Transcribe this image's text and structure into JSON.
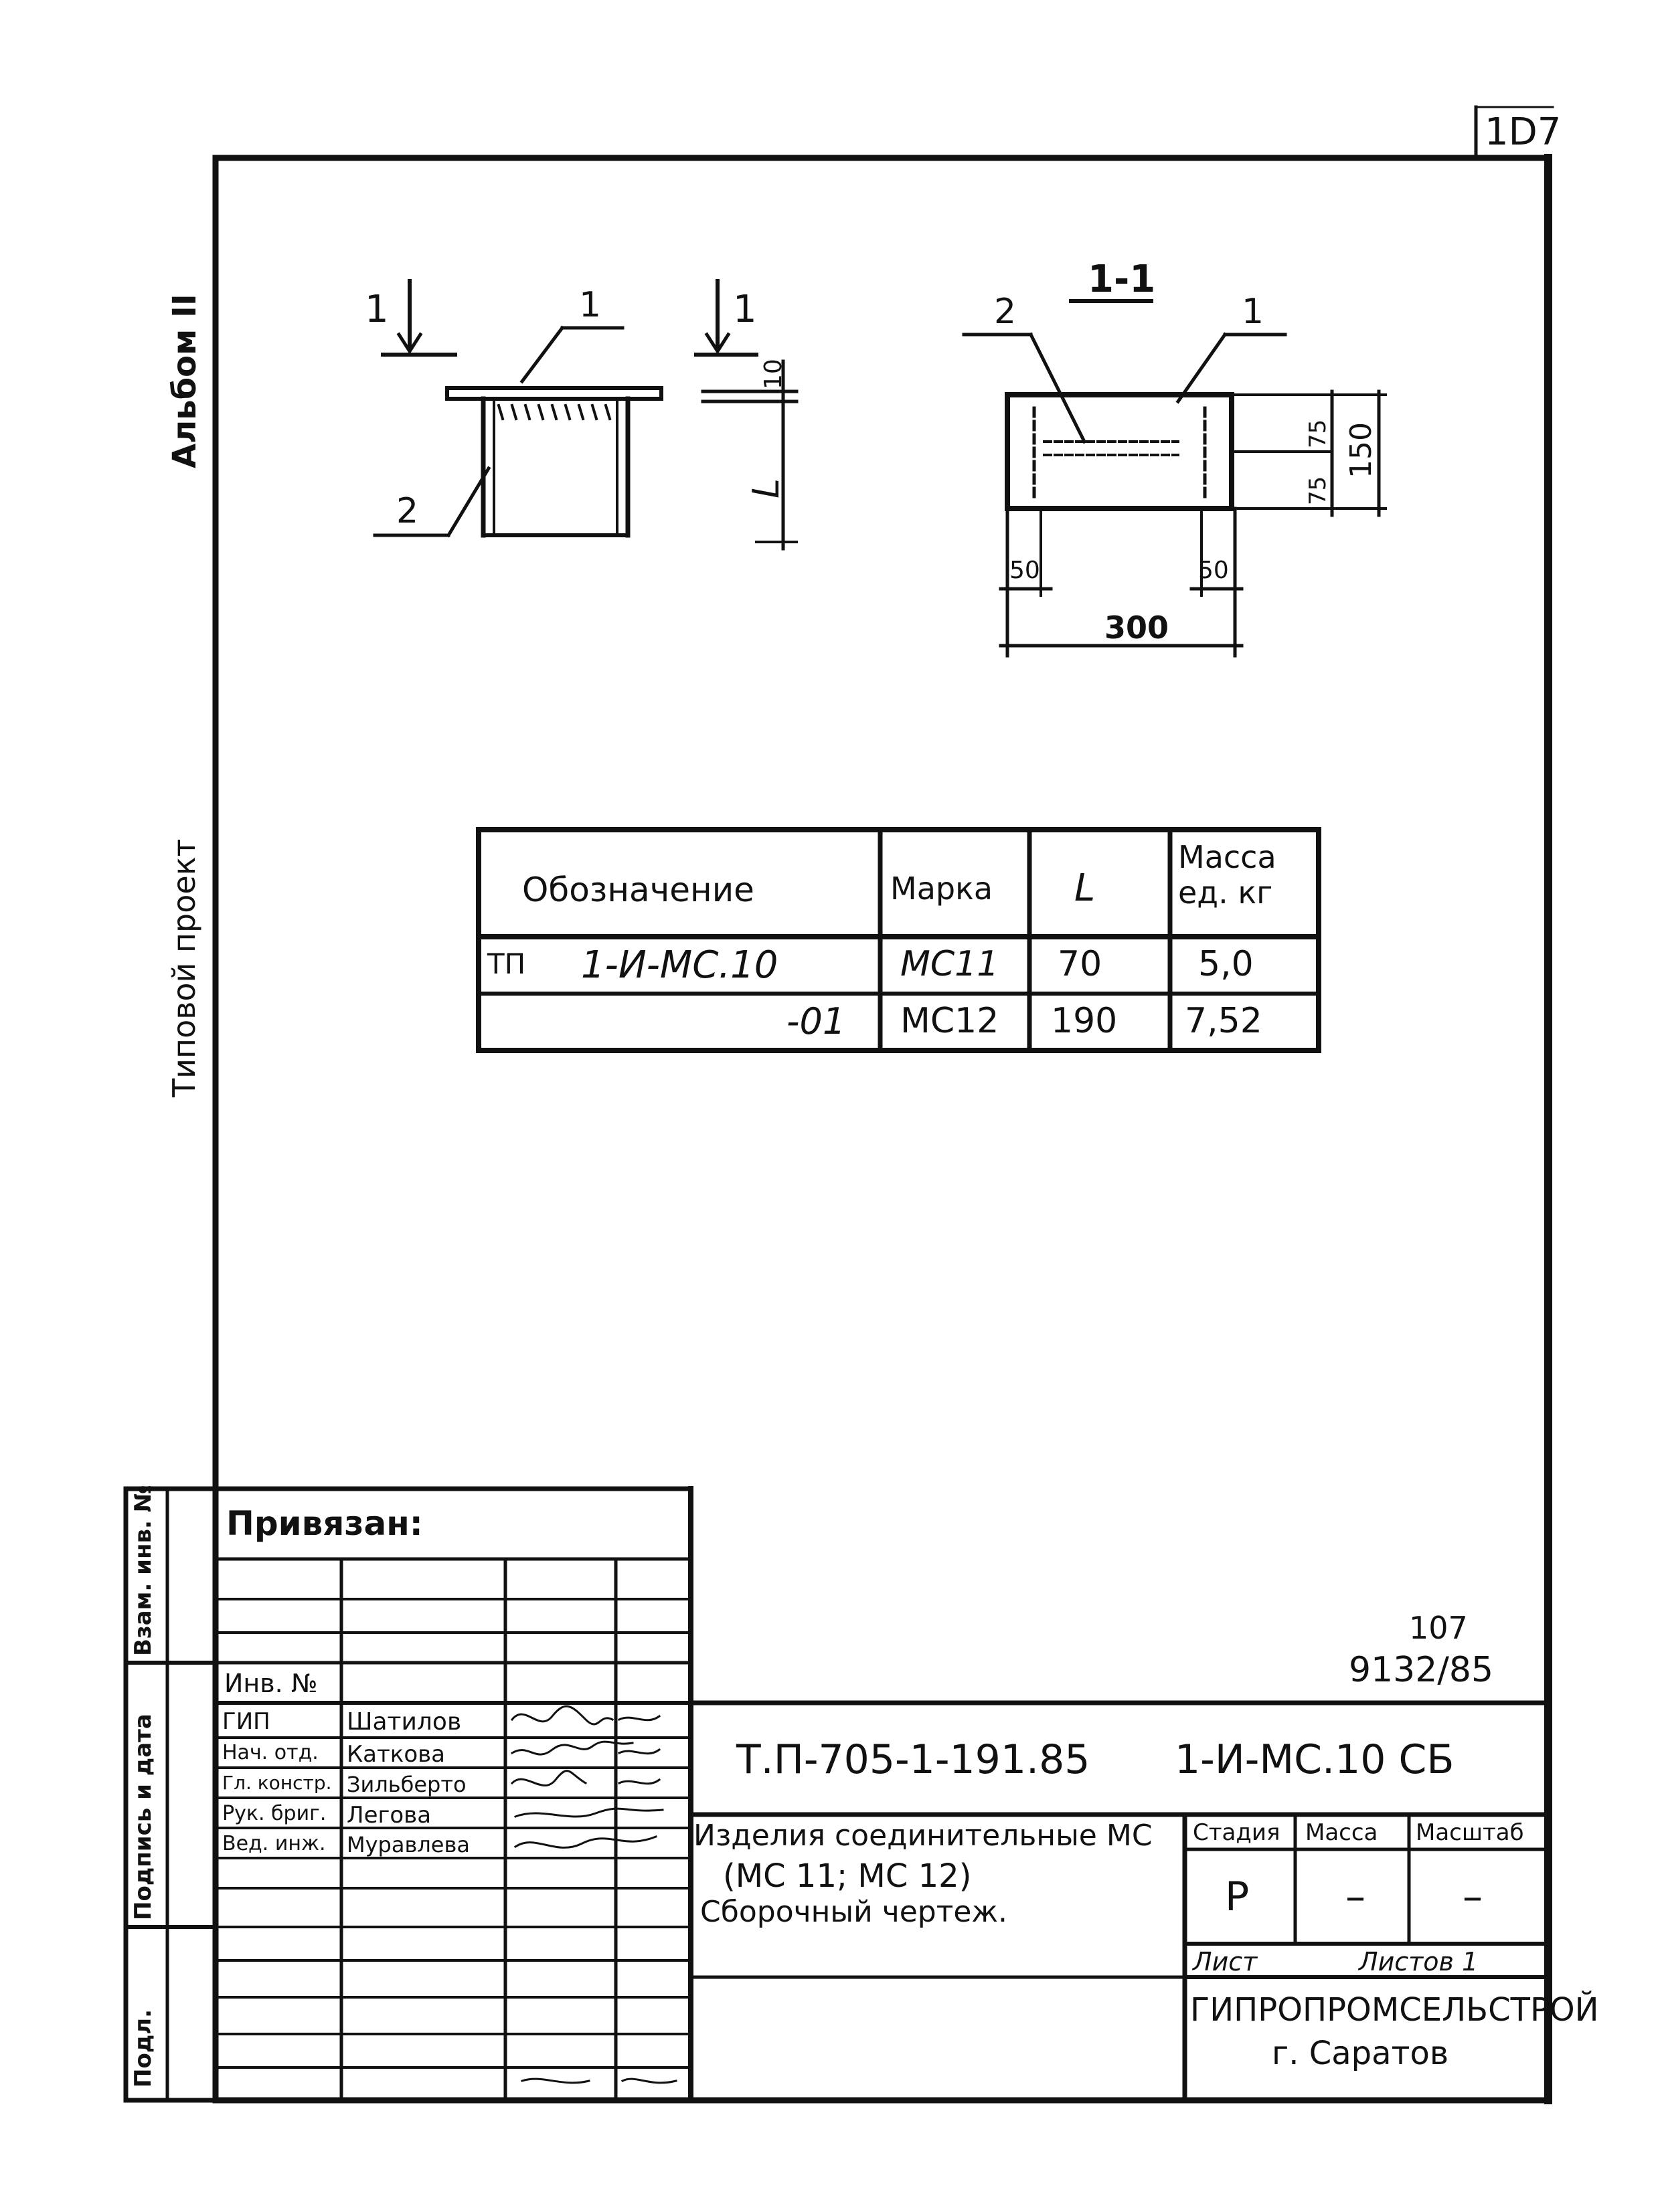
{
  "sheet_corner_number": "1D7",
  "sidebar": {
    "album": "Альбом II",
    "project": "Типовой проект",
    "strip_labels": [
      "Подл.",
      "Подпись и дата",
      "Взам. инв. №"
    ]
  },
  "drawing": {
    "front_view": {
      "section_mark_left": "1",
      "section_mark_right": "1",
      "pos_1": "1",
      "pos_2": "2",
      "dim_top": "10",
      "dim_L": "L"
    },
    "section_view": {
      "title": "1-1",
      "pos_1": "1",
      "pos_2": "2",
      "dim_75a": "75",
      "dim_75b": "75",
      "dim_150": "150",
      "dim_50a": "50",
      "dim_50b": "50",
      "dim_300": "300"
    }
  },
  "spec_table": {
    "headers": [
      "Обозначение",
      "Марка",
      "L",
      "Масса ед. кг"
    ],
    "rows": [
      {
        "prefix": "ТП",
        "designation": "1-И-МС.10",
        "mark": "МС11",
        "L": "70",
        "mass": "5,0"
      },
      {
        "prefix": "",
        "designation": "-01",
        "mark": "МС12",
        "L": "190",
        "mass": "7,52"
      }
    ]
  },
  "title_block": {
    "bound_label": "Привязан:",
    "inv_label": "Инв. №",
    "sheet_number": "107",
    "doc_number": "9132/85",
    "project_code": "Т.П-705-1-191.85",
    "drawing_code": "1-И-МС.10 СБ",
    "title_lines": [
      "Изделия соединительные МС",
      "(МС 11; МС 12)",
      "Сборочный чертеж."
    ],
    "stage_label": "Стадия",
    "mass_label": "Масса",
    "scale_label": "Масштаб",
    "stage_value": "Р",
    "mass_value": "–",
    "scale_value": "–",
    "sheet_label": "Лист",
    "sheets_label": "Листов 1",
    "organization": "ГИПРОПРОМСЕЛЬСТРОЙ",
    "city": "г. Саратов",
    "staff": [
      {
        "role": "ГИП",
        "name": "Шатилов"
      },
      {
        "role": "Нач. отд.",
        "name": "Каткова"
      },
      {
        "role": "Гл. констр.",
        "name": "Зильберто"
      },
      {
        "role": "Рук. бриг.",
        "name": "Легова"
      },
      {
        "role": "Вед. инж.",
        "name": "Муравлева"
      }
    ]
  }
}
